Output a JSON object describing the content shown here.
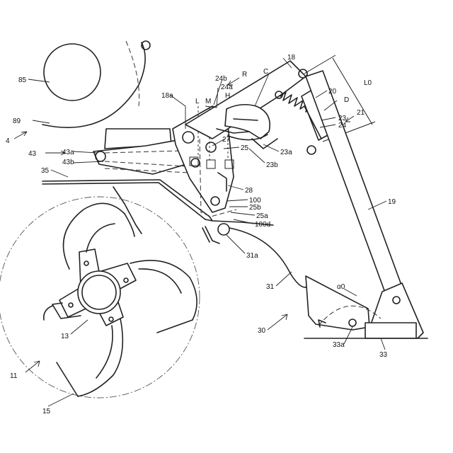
{
  "figure": {
    "labels": {
      "l85": "85",
      "l89": "89",
      "l4": "4",
      "l43": "43",
      "l43a": "43a",
      "l43b": "43b",
      "l35": "35",
      "l18a": "18a",
      "lL": "L",
      "lM": "M",
      "lH": "H",
      "l24b": "24b",
      "lR": "R",
      "lC": "C",
      "l24a": "24a",
      "l18": "18",
      "l20": "20",
      "lD": "D",
      "l21": "21",
      "lL0": "L0",
      "l23": "23",
      "l24": "24",
      "l27": "27",
      "l25": "25",
      "l23a": "23a",
      "l23b": "23b",
      "l28": "28",
      "l100": "100",
      "l25b": "25b",
      "l25a": "25a",
      "l100d": "100d",
      "l31a": "31a",
      "l19": "19",
      "l31": "31",
      "lalpha0": "α0",
      "l30": "30",
      "l13": "13",
      "l33a": "33a",
      "l33": "33",
      "l11": "11",
      "l15": "15"
    }
  }
}
